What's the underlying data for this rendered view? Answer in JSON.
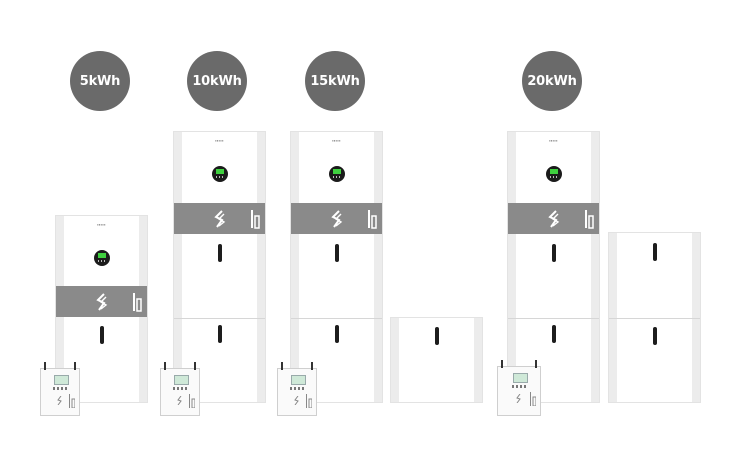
{
  "badges": [
    {
      "label": "5kWh"
    },
    {
      "label": "10kWh"
    },
    {
      "label": "15kWh"
    },
    {
      "label": "20kWh"
    }
  ],
  "colors": {
    "badge_bg": "#6a6a6a",
    "band_gray": "#8a8a8a",
    "display_green": "#3fd03f",
    "unit_white": "#ffffff"
  },
  "icons": [
    "brand-logo-icon",
    "slot-indicator-icon",
    "display-panel-icon",
    "wifi-antenna-icon"
  ]
}
